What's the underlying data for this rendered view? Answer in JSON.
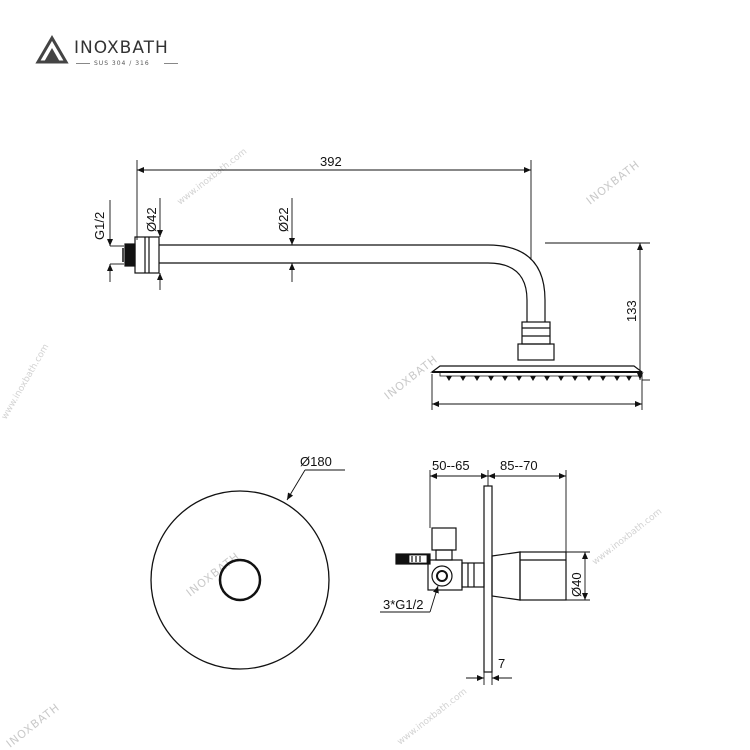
{
  "brand": {
    "name": "INOXBATH",
    "tagline": "SUS 304 / 316"
  },
  "watermark": {
    "name": "INOXBATH",
    "url": "www.inoxbath.com"
  },
  "dimensions": {
    "arm_length": "392",
    "thread_inlet": "G1/2",
    "flange_diameter": "Ø42",
    "arm_diameter": "Ø22",
    "drop_height": "133",
    "head_diameter": "Ø180",
    "wall_depth": "50--65",
    "projection": "85--70",
    "inlet_threads": "3*G1/2",
    "body_diameter": "Ø40",
    "plate_thickness": "7"
  },
  "colors": {
    "line": "#111111",
    "watermark": "#c9c9c9"
  }
}
